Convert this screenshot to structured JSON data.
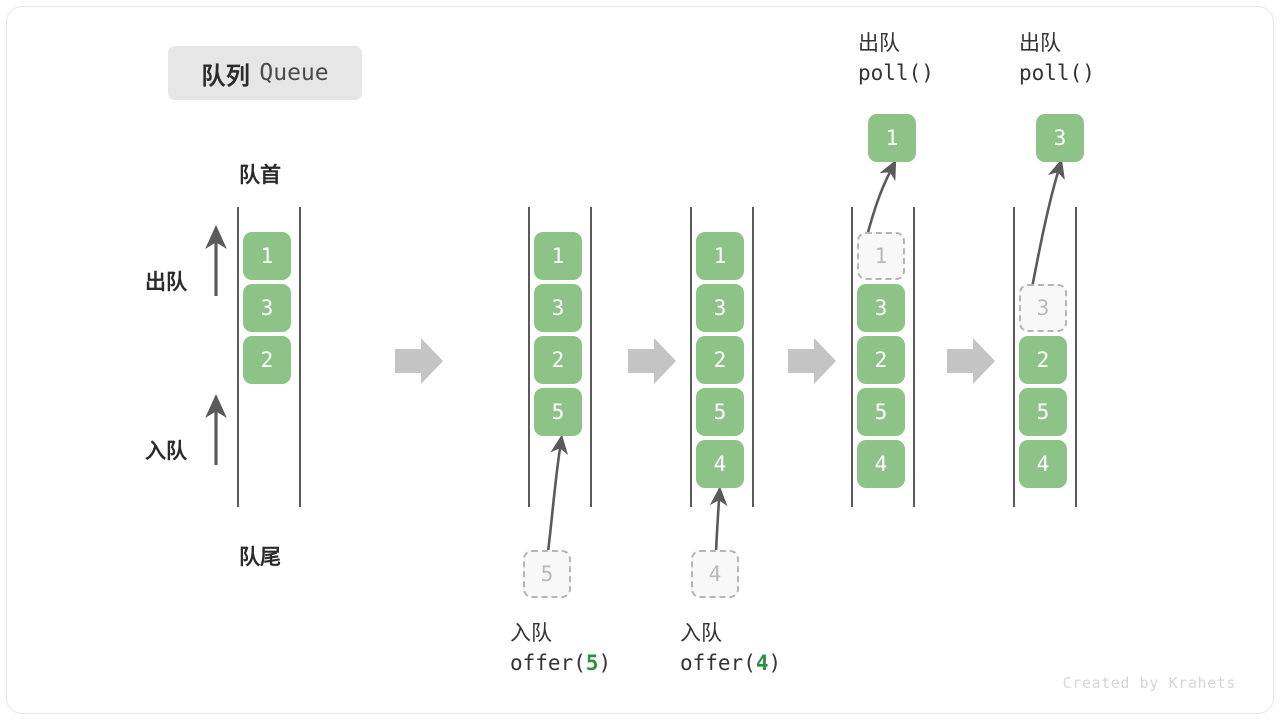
{
  "title": {
    "cn": "队列",
    "en": "Queue"
  },
  "axis_labels": {
    "head": "队首",
    "tail": "队尾",
    "dequeue": "出队",
    "enqueue": "入队"
  },
  "watermark": "Created by Krahets",
  "colors": {
    "element_fill": "#8ec388",
    "element_text": "#ffffff",
    "ghost_fill": "#f8f8f8",
    "ghost_border": "#b5b5b5",
    "ghost_text": "#b9b9b9",
    "rail": "#5a5a5a",
    "arrow_block": "#c4c4c4",
    "arrow_curve": "#5a5a5a",
    "accent_green": "#2e9142",
    "badge_bg": "#e6e6e6",
    "watermark": "#d6d6d6"
  },
  "steps": [
    {
      "id": "state-initial",
      "caption_cn": "",
      "caption_code": "",
      "cells": [
        {
          "value": "1",
          "state": "filled"
        },
        {
          "value": "3",
          "state": "filled"
        },
        {
          "value": "2",
          "state": "filled"
        }
      ],
      "incoming": null,
      "popped": null
    },
    {
      "id": "state-after-offer-5",
      "caption_cn": "入队",
      "caption_code_prefix": "offer(",
      "caption_code_arg": "5",
      "caption_code_suffix": ")",
      "cells": [
        {
          "value": "1",
          "state": "filled"
        },
        {
          "value": "3",
          "state": "filled"
        },
        {
          "value": "2",
          "state": "filled"
        },
        {
          "value": "5",
          "state": "filled"
        }
      ],
      "incoming": {
        "value": "5",
        "state": "ghost"
      },
      "popped": null
    },
    {
      "id": "state-after-offer-4",
      "caption_cn": "入队",
      "caption_code_prefix": "offer(",
      "caption_code_arg": "4",
      "caption_code_suffix": ")",
      "cells": [
        {
          "value": "1",
          "state": "filled"
        },
        {
          "value": "3",
          "state": "filled"
        },
        {
          "value": "2",
          "state": "filled"
        },
        {
          "value": "5",
          "state": "filled"
        },
        {
          "value": "4",
          "state": "filled"
        }
      ],
      "incoming": {
        "value": "4",
        "state": "ghost"
      },
      "popped": null
    },
    {
      "id": "state-after-poll-1",
      "caption_cn": "出队",
      "caption_code_prefix": "poll(",
      "caption_code_arg": "",
      "caption_code_suffix": ")",
      "cells": [
        {
          "value": "1",
          "state": "ghost"
        },
        {
          "value": "3",
          "state": "filled"
        },
        {
          "value": "2",
          "state": "filled"
        },
        {
          "value": "5",
          "state": "filled"
        },
        {
          "value": "4",
          "state": "filled"
        }
      ],
      "incoming": null,
      "popped": {
        "value": "1",
        "state": "filled"
      }
    },
    {
      "id": "state-after-poll-3",
      "caption_cn": "出队",
      "caption_code_prefix": "poll(",
      "caption_code_arg": "",
      "caption_code_suffix": ")",
      "cells": [
        {
          "value": "3",
          "state": "ghost"
        },
        {
          "value": "2",
          "state": "filled"
        },
        {
          "value": "5",
          "state": "filled"
        },
        {
          "value": "4",
          "state": "filled"
        }
      ],
      "incoming": null,
      "popped": {
        "value": "3",
        "state": "filled"
      }
    }
  ],
  "transition_arrows": 4
}
